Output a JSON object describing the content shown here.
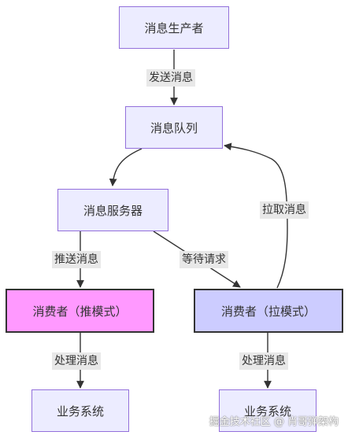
{
  "nodes": {
    "producer": "消息生产者",
    "queue": "消息队列",
    "server": "消息服务器",
    "consumer_push": "消费者（推模式）",
    "consumer_pull": "消费者（拉模式）",
    "biz_left": "业务系统",
    "biz_right": "业务系统"
  },
  "edges": {
    "send": "发送消息",
    "pull": "拉取消息",
    "push": "推送消息",
    "wait": "等待请求",
    "process_left": "处理消息",
    "process_right": "处理消息"
  },
  "colors": {
    "node_fill": "#ECECFF",
    "node_border": "#9370DB",
    "push_fill": "#FF99FF",
    "pull_fill": "#CCCCFF",
    "edge": "#333333",
    "label_bg": "#e8e8e8"
  },
  "watermark": "掘金技术社区 @ 肖哥弹架构"
}
